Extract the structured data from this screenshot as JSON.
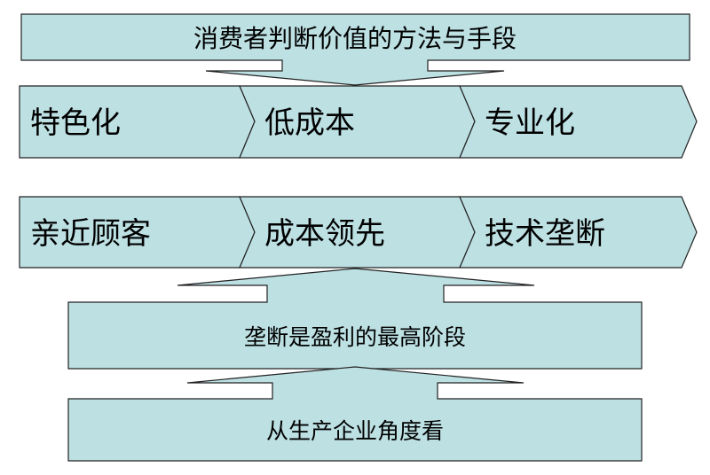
{
  "title": "消费者判断价值的方法与手段",
  "row1": [
    "特色化",
    "低成本",
    "专业化"
  ],
  "row2": [
    "亲近顾客",
    "成本领先",
    "技术垄断"
  ],
  "middle": "垄断是盈利的最高阶段",
  "bottom": "从生产企业角度看",
  "colors": {
    "fill": "#bde0e3",
    "stroke": "#222222"
  }
}
